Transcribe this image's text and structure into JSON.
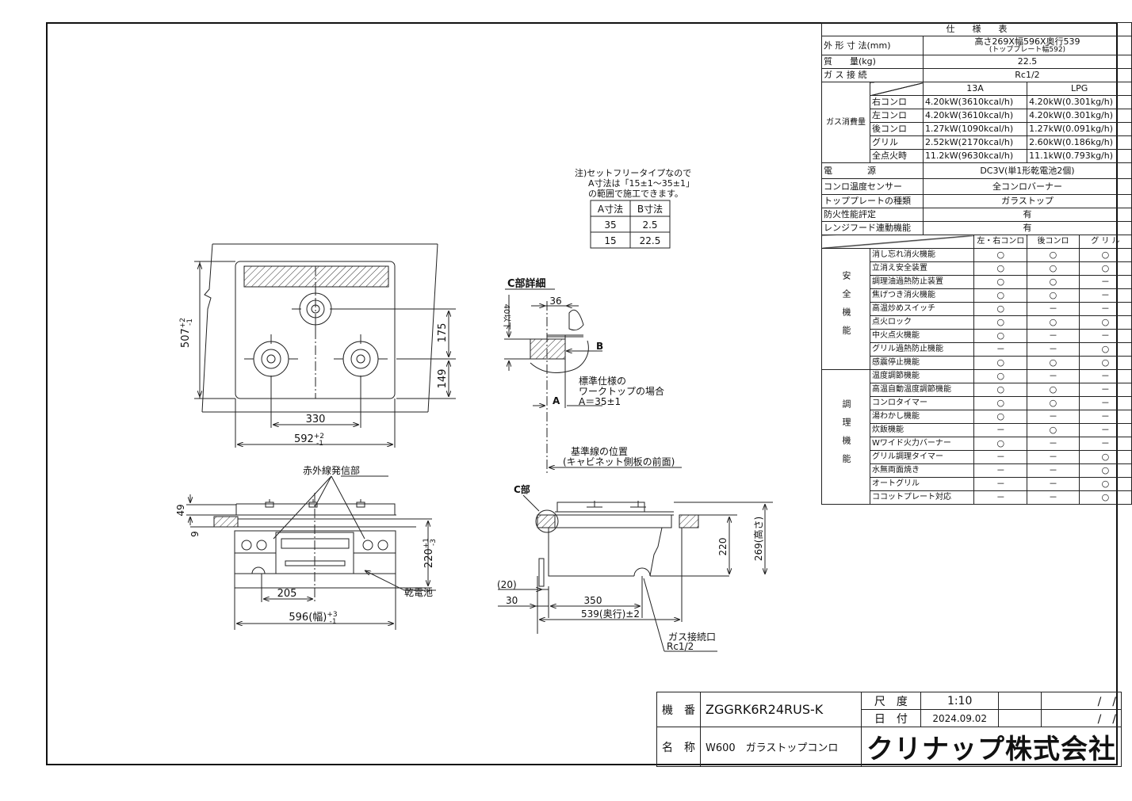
{
  "spec_table": {
    "title": "仕　　様　　表",
    "dimensions": {
      "label": "外 形 寸 法(mm)",
      "value": "高さ269X幅596X奥行539",
      "sub": "(トッププレート幅592)"
    },
    "mass": {
      "label": "質　　量(kg)",
      "value": "22.5"
    },
    "gas_connection": {
      "label": "ガ ス 接 続",
      "value": "Rc1/2"
    },
    "gas_consumption": {
      "label": "ガス消費量",
      "columns": [
        "13A",
        "LPG"
      ],
      "rows": [
        {
          "name": "右コンロ",
          "v13a": "4.20kW(3610kcal/h)",
          "lpg": "4.20kW(0.301kg/h)"
        },
        {
          "name": "左コンロ",
          "v13a": "4.20kW(3610kcal/h)",
          "lpg": "4.20kW(0.301kg/h)"
        },
        {
          "name": "後コンロ",
          "v13a": "1.27kW(1090kcal/h)",
          "lpg": "1.27kW(0.091kg/h)"
        },
        {
          "name": "グリル",
          "v13a": "2.52kW(2170kcal/h)",
          "lpg": "2.60kW(0.186kg/h)"
        },
        {
          "name": "全点火時",
          "v13a": "11.2kW(9630kcal/h)",
          "lpg": "11.1kW(0.793kg/h)"
        }
      ]
    },
    "power": {
      "label": "電　　　　源",
      "value": "DC3V(単1形乾電池2個)"
    },
    "sensor": {
      "label": "コンロ温度センサー",
      "value": "全コンロバーナー"
    },
    "top_plate": {
      "label": "トッププレートの種類",
      "value": "ガラストップ"
    },
    "fire_rating": {
      "label": "防火性能評定",
      "value": "有"
    },
    "hood_link": {
      "label": "レンジフード連動機能",
      "value": "有"
    },
    "feature_columns": [
      "左・右コンロ",
      "後コンロ",
      "グ リ ル"
    ],
    "feature_groups": [
      {
        "label": "安全機能",
        "items": [
          {
            "name": "消し忘れ消火機能",
            "values": [
              "○",
              "○",
              "○"
            ]
          },
          {
            "name": "立消え安全装置",
            "values": [
              "○",
              "○",
              "○"
            ]
          },
          {
            "name": "調理油過熱防止装置",
            "values": [
              "○",
              "○",
              "－"
            ]
          },
          {
            "name": "焦げつき消火機能",
            "values": [
              "○",
              "○",
              "－"
            ]
          },
          {
            "name": "高温炒めスイッチ",
            "values": [
              "○",
              "－",
              "－"
            ]
          },
          {
            "name": "点火ロック",
            "values": [
              "○",
              "○",
              "○"
            ]
          },
          {
            "name": "中火点火機能",
            "values": [
              "○",
              "－",
              "－"
            ]
          },
          {
            "name": "グリル過熱防止機能",
            "values": [
              "－",
              "－",
              "○"
            ]
          },
          {
            "name": "感震停止機能",
            "values": [
              "○",
              "○",
              "○"
            ]
          }
        ]
      },
      {
        "label": "調理機能",
        "items": [
          {
            "name": "温度調節機能",
            "values": [
              "○",
              "－",
              "－"
            ]
          },
          {
            "name": "高温自動温度調節機能",
            "values": [
              "○",
              "○",
              "－"
            ]
          },
          {
            "name": "コンロタイマー",
            "values": [
              "○",
              "○",
              "－"
            ]
          },
          {
            "name": "湯わかし機能",
            "values": [
              "○",
              "－",
              "－"
            ]
          },
          {
            "name": "炊飯機能",
            "values": [
              "－",
              "○",
              "－"
            ]
          },
          {
            "name": "Wワイド火力バーナー",
            "values": [
              "○",
              "－",
              "－"
            ]
          },
          {
            "name": "グリル調理タイマー",
            "values": [
              "－",
              "－",
              "○"
            ]
          },
          {
            "name": "水無両面焼き",
            "values": [
              "－",
              "－",
              "○"
            ]
          },
          {
            "name": "オートグリル",
            "values": [
              "－",
              "－",
              "○"
            ]
          },
          {
            "name": "ココットプレート対応",
            "values": [
              "－",
              "－",
              "○"
            ]
          }
        ]
      }
    ]
  },
  "note": {
    "lines": [
      "注)セットフリータイプなので",
      "A寸法は「15±1～35±1」",
      "の範囲で施工できます。"
    ],
    "ab_table": {
      "headers": [
        "A寸法",
        "B寸法"
      ],
      "rows": [
        [
          "35",
          "2.5"
        ],
        [
          "15",
          "22.5"
        ]
      ]
    }
  },
  "top_view": {
    "depth": {
      "base": "507",
      "plus": "+2",
      "minus": "-1"
    },
    "dim_175": "175",
    "dim_149": "149",
    "dim_330": "330",
    "width": {
      "base": "592",
      "plus": "+2",
      "minus": "-1"
    }
  },
  "front_view": {
    "ir_label": "赤外線発信部",
    "dim_49": "49",
    "dim_9": "9",
    "height": {
      "base": "220",
      "plus": "+1",
      "minus": "-3"
    },
    "dim_205": "205",
    "width": {
      "base": "596(幅)",
      "plus": "+3",
      "minus": "-1"
    },
    "battery_label": "乾電池"
  },
  "c_detail": {
    "title": "C部詳細",
    "dim_36": "36",
    "dim_40": "40以下",
    "label_b": "B",
    "label_a": "A",
    "standard_lines": [
      "標準仕様の",
      "ワークトップの場合",
      "A＝35±1"
    ],
    "baseline_lines": [
      "基準線の位置",
      "(キャビネット側板の前面)"
    ]
  },
  "side_view": {
    "c_label": "C部",
    "dim_20": "(20)",
    "dim_30": "30",
    "dim_350": "350",
    "depth": "539(奥行)±2",
    "dim_220": "220",
    "dim_269": "269(高さ)",
    "gas_port_label": "ガス接続口",
    "gas_port_size": "Rc1/2"
  },
  "title_block": {
    "model_label": "機　番",
    "model": "ZGGRK6R24RUS-K",
    "scale_label": "尺　度",
    "scale": "1:10",
    "date_label": "日　付",
    "date": "2024.09.02",
    "blank_date1": "/　/",
    "blank_date2": "/　/",
    "name_label": "名　称",
    "name": "W600　ガラストップコンロ",
    "company": "クリナップ株式会社"
  }
}
